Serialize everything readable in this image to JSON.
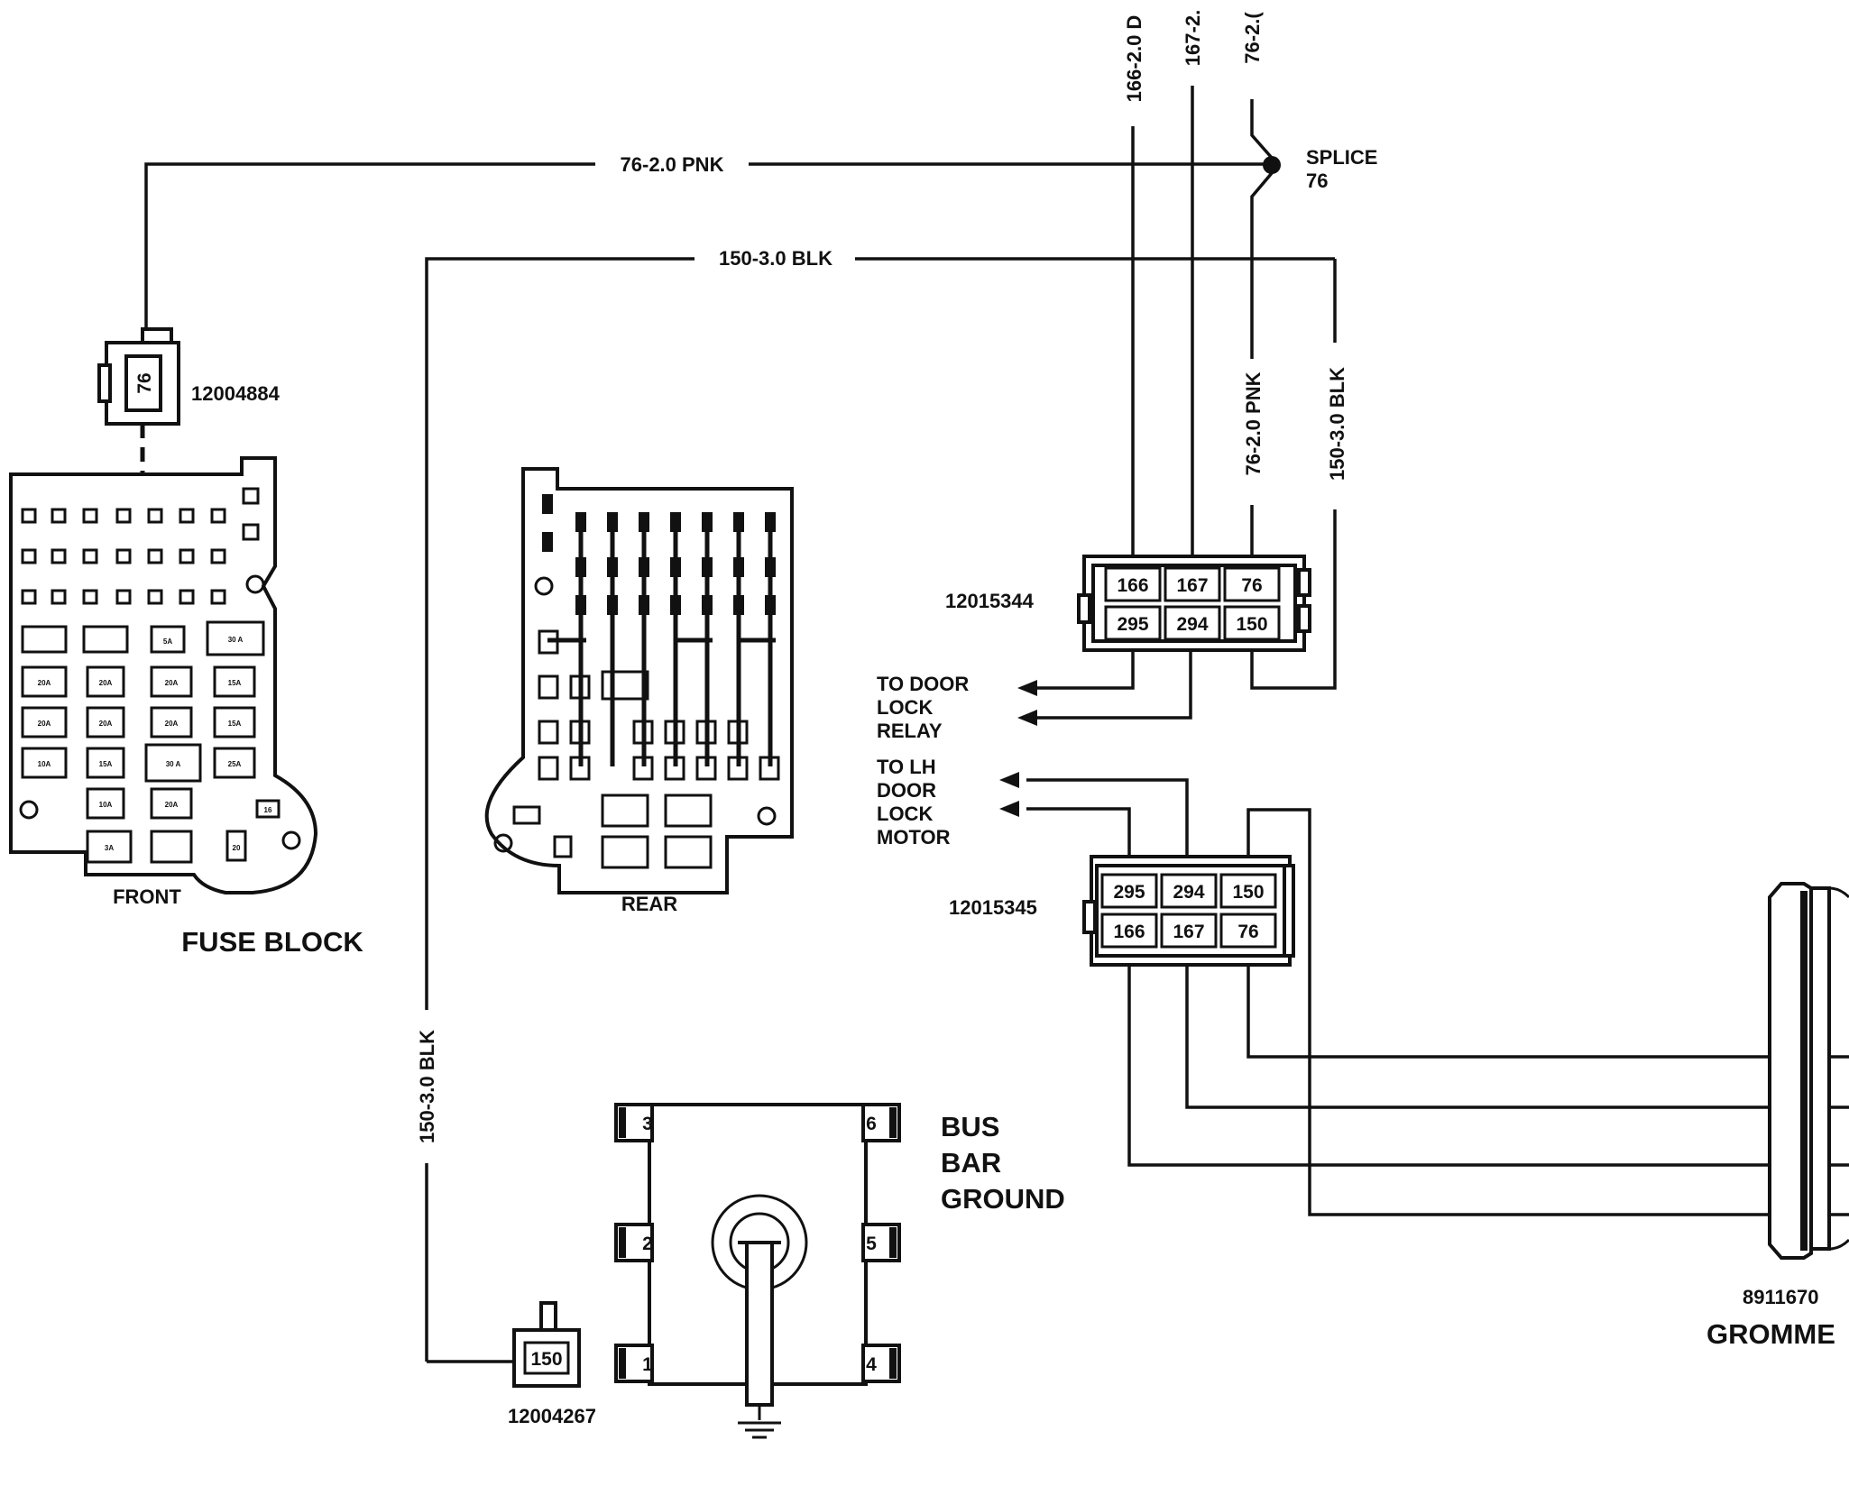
{
  "wires": {
    "w76_top": "76-2.0 PNK",
    "w150_top": "150-3.0 BLK",
    "w150_left": "150-3.0 BLK",
    "w76_vert": "76-2.0 PNK",
    "w150_vert": "150-3.0 BLK",
    "w166_top": "166-2.0 D",
    "w167_top": "167-2.",
    "w76_top_vert": "76-2.("
  },
  "splice": {
    "line1": "SPLICE",
    "line2": "76"
  },
  "connectors": {
    "c12004884": {
      "part": "12004884",
      "cavity": "76"
    },
    "c12004267": {
      "part": "12004267",
      "cavity": "150"
    },
    "c12015344": {
      "part": "12015344",
      "top": [
        "166",
        "167",
        "76"
      ],
      "bottom": [
        "295",
        "294",
        "150"
      ]
    },
    "c12015345": {
      "part": "12015345",
      "top": [
        "295",
        "294",
        "150"
      ],
      "bottom": [
        "166",
        "167",
        "76"
      ]
    }
  },
  "destinations": {
    "door_lock_relay": [
      "TO DOOR",
      "LOCK",
      "RELAY"
    ],
    "lh_door_lock_motor": [
      "TO LH",
      "DOOR",
      "LOCK",
      "MOTOR"
    ]
  },
  "fuse_block": {
    "title": "FUSE BLOCK",
    "front_label": "FRONT",
    "rear_label": "REAR",
    "fuse_ratings": [
      "5A",
      "30 A",
      "20A",
      "20A",
      "20A",
      "15A",
      "20A",
      "20A",
      "20A",
      "15A",
      "10A",
      "15A",
      "30 A",
      "25A",
      "10A",
      "20A",
      "3A"
    ],
    "slot_labels": [
      "16",
      "20"
    ]
  },
  "bus_bar": {
    "title": [
      "BUS",
      "BAR",
      "GROUND"
    ],
    "terminals": [
      "3",
      "6",
      "2",
      "5",
      "1",
      "4"
    ]
  },
  "grommet": {
    "part": "8911670",
    "label": "GROMME"
  }
}
